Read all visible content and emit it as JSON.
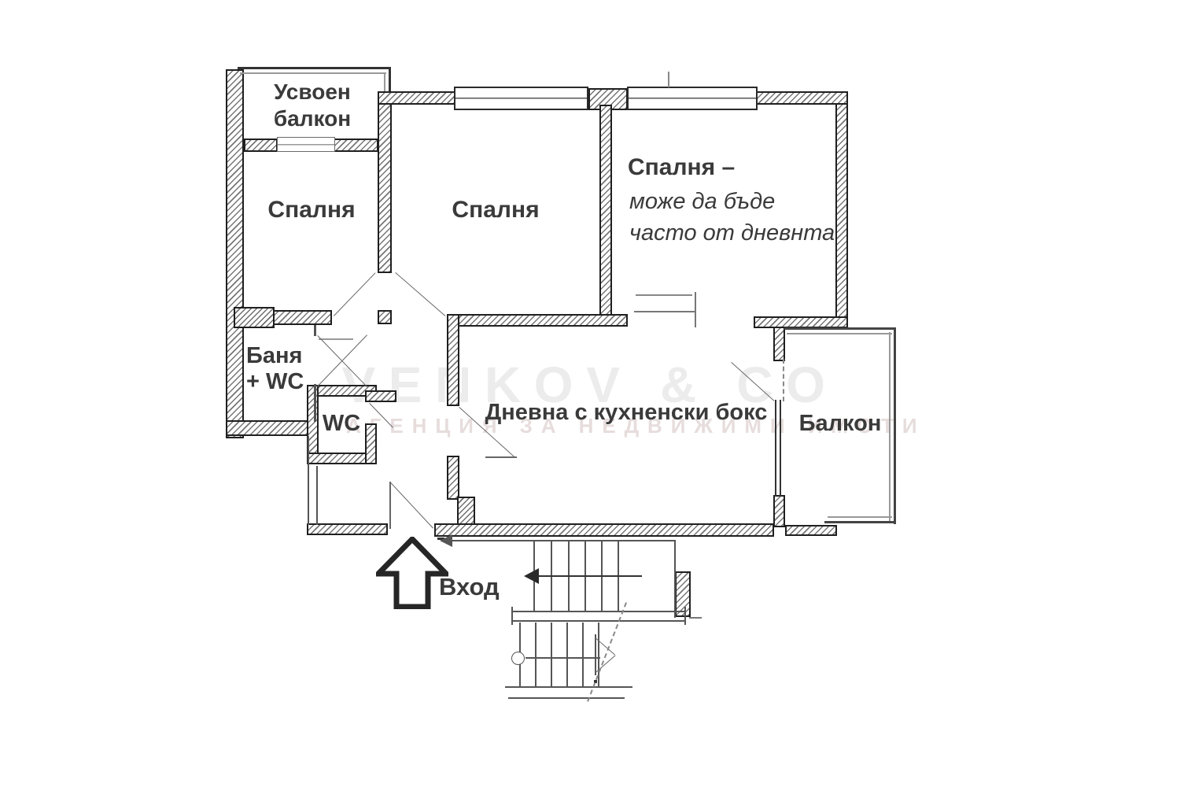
{
  "watermark": {
    "brand": "VENKOV & CO",
    "tagline": "АГЕНЦИЯ ЗА НЕДВИЖИМИ ИМОТИ"
  },
  "rooms": {
    "converted_balcony": {
      "line1": "Усвоен",
      "line2": "балкон"
    },
    "bedroom_left": {
      "label": "Спалня"
    },
    "bedroom_middle": {
      "label": "Спалня"
    },
    "bedroom_right": {
      "title": "Спалня –",
      "note1": "може да бъде",
      "note2": "часто от дневнта"
    },
    "bathroom": {
      "line1": "Баня",
      "line2": "+ WC"
    },
    "wc": {
      "label": "WC"
    },
    "living_room": {
      "label": "Дневна с кухненски бокс"
    },
    "balcony": {
      "label": "Балкон"
    },
    "entrance": {
      "label": "Вход"
    }
  },
  "colors": {
    "wall_line": "#1f1f1f",
    "hatch": "#767676",
    "thin_line": "#555555",
    "label_text": "#3a3a3a",
    "watermark": "#ececec"
  }
}
